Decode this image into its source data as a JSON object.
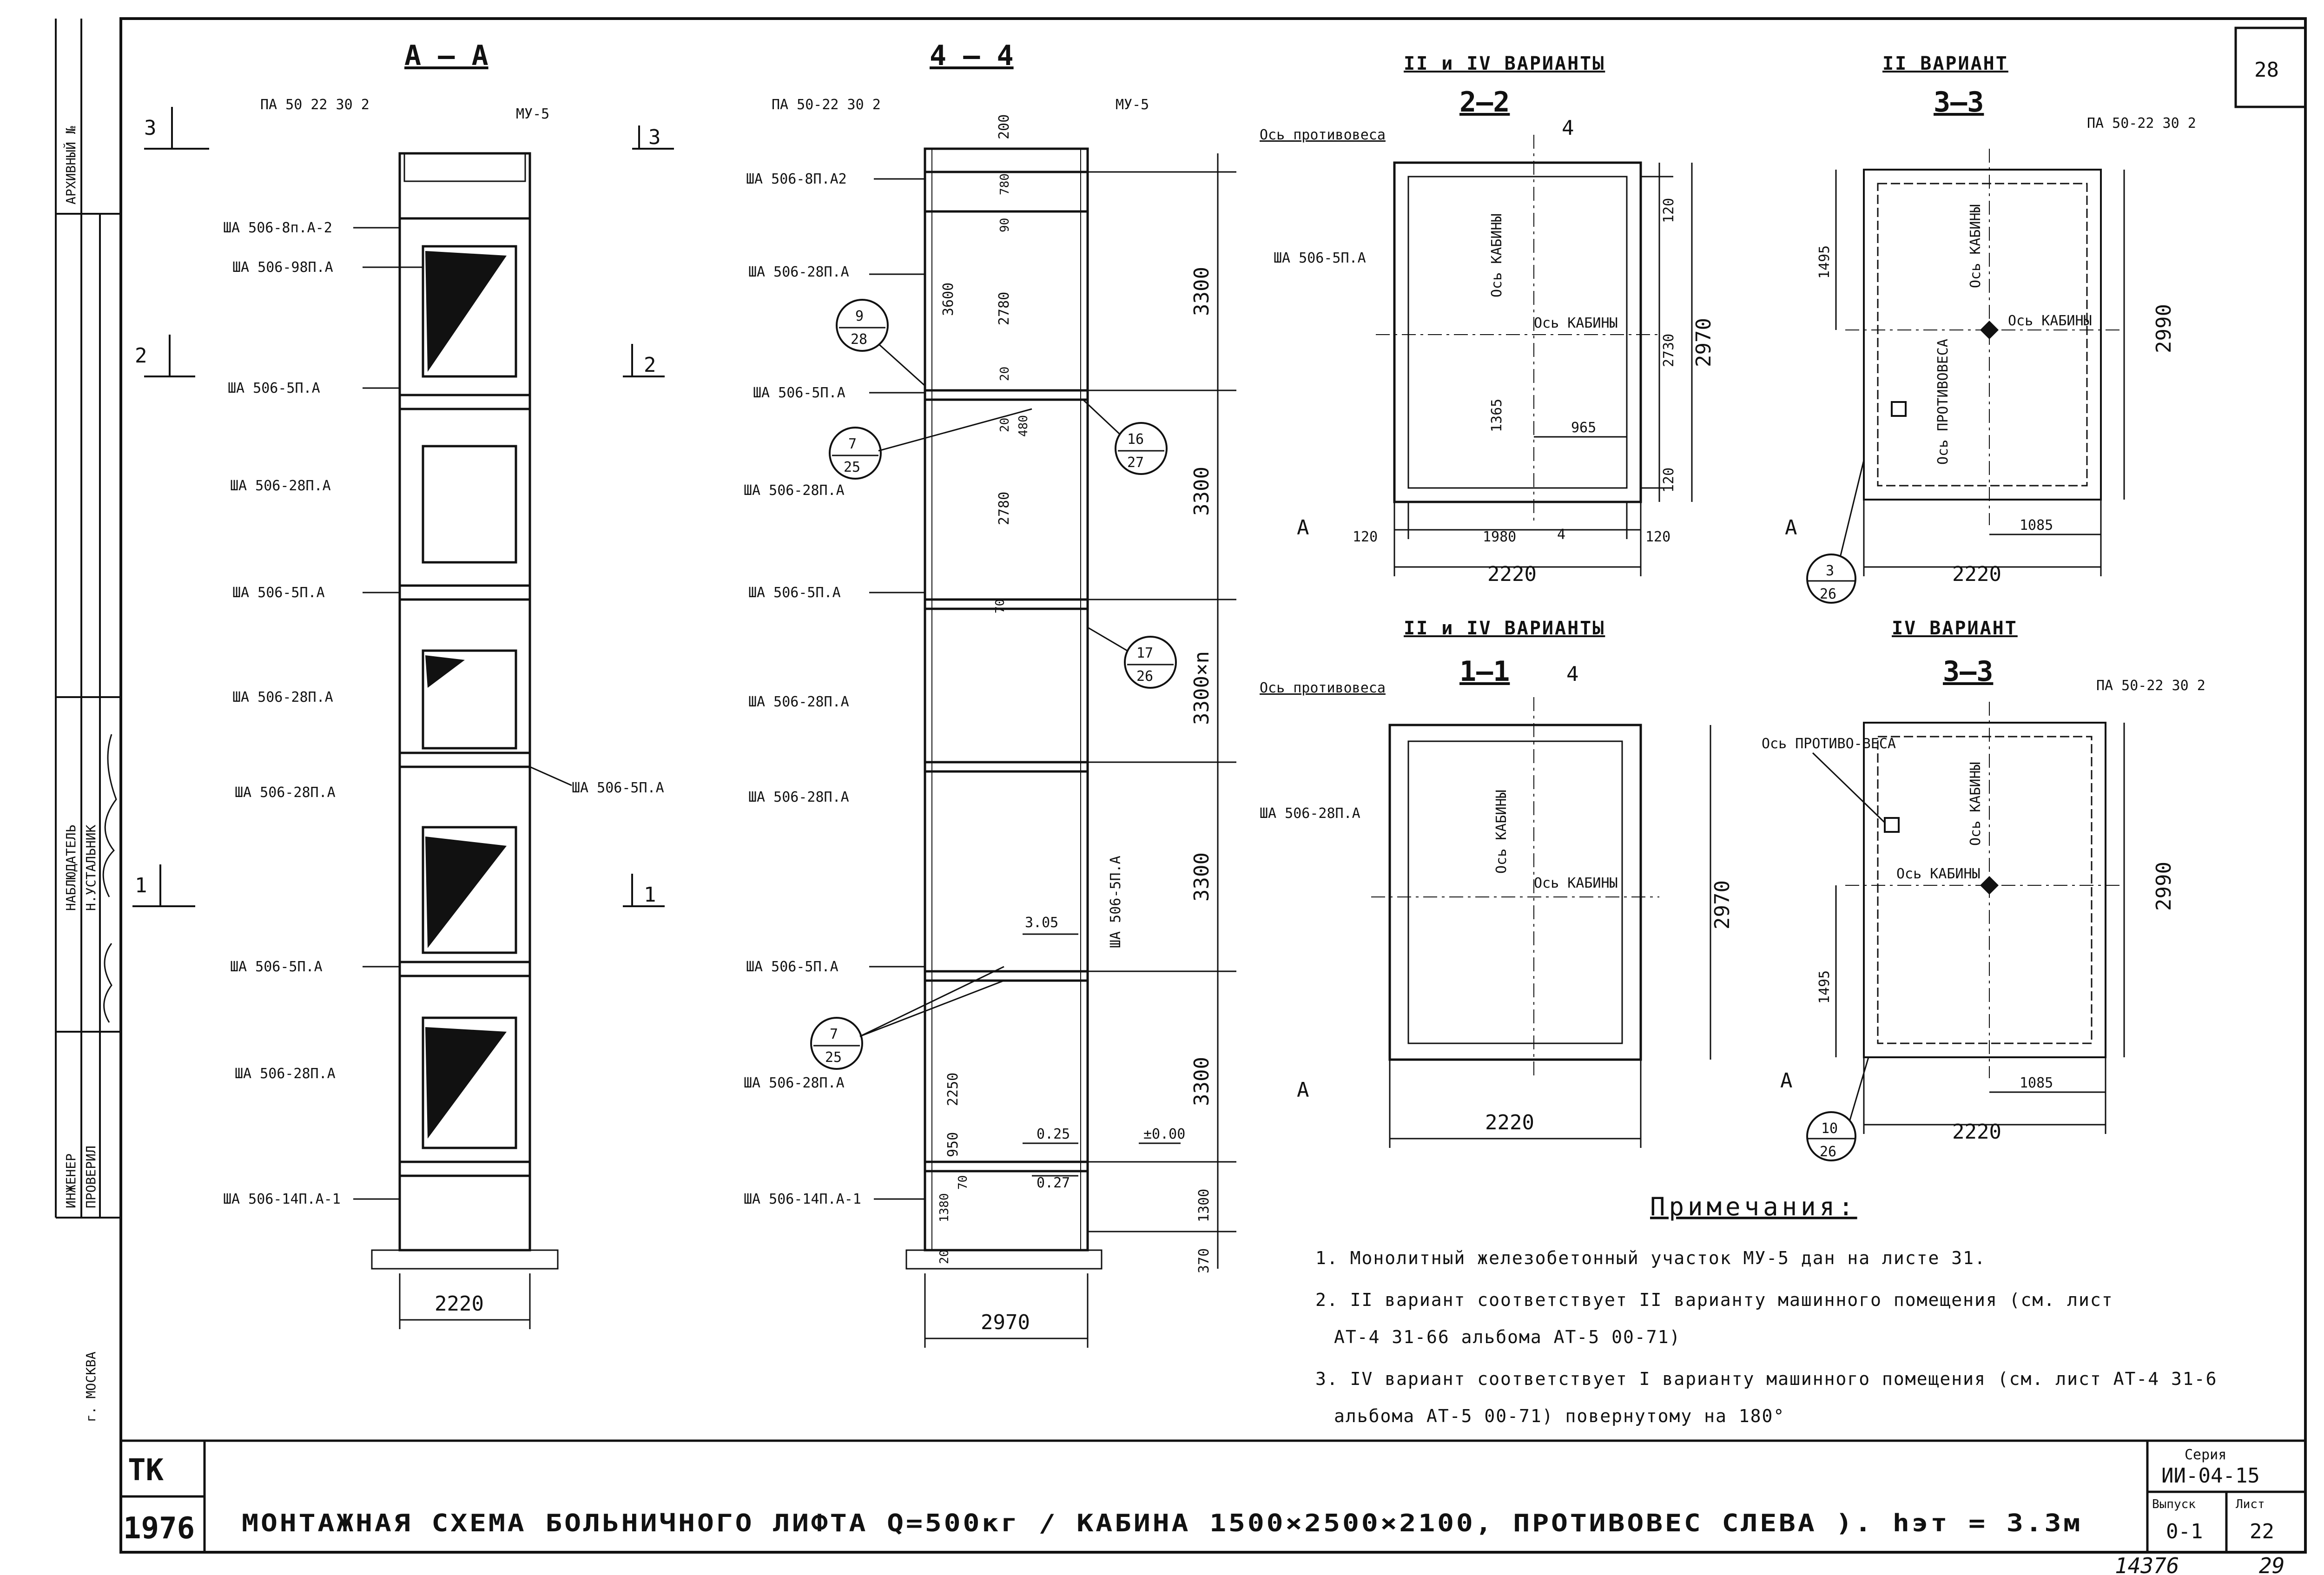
{
  "sheet": {
    "number_top": "28",
    "archive_label": "АРХИВНЫЙ №",
    "city": "г. МОСКВА",
    "signatures": [
      "НАБЛЮДАТЕЛЬ",
      "Н.УСТАЛЬНИК",
      "ИНЖЕНЕР",
      "ПРОВЕРИЛ"
    ],
    "handwritten_bottom": "14376",
    "handwritten_right": "29"
  },
  "view_aa": {
    "title": "А – А",
    "top_panel": "ПА 50 22 30 2",
    "mu": "МУ-5",
    "sec3": "3",
    "sec2": "2",
    "sec1": "1",
    "labels": [
      "ША 506-8п.А-2",
      "ША 506-98П.А",
      "ША 506-5П.А",
      "ША 506-28П.А",
      "ША 506-5П.А",
      "ША 506-28П.А",
      "ША 506-28П.А",
      "ША 506-5П.А",
      "ША 506-28П.А",
      "ША 506-14П.А-1"
    ],
    "right_label": "ША 506-5П.А",
    "width": "2220"
  },
  "view_44": {
    "title": "4 — 4",
    "top_panel": "ПА 50-22 30 2",
    "mu": "МУ-5",
    "labels": [
      "ША 506-8П.А2",
      "ША 506-28П.А",
      "ША 506-5П.А",
      "ША 506-28П.А",
      "ША 506-5П.А",
      "ША 506-28П.А",
      "ША 506-28П.А",
      "ША 506-5П.А",
      "ША 506-28П.А",
      "ША 506-14П.А-1"
    ],
    "vert_label": "ША 506-5П.А",
    "dims_left": [
      "200",
      "3600",
      "2780",
      "2780",
      "2250",
      "950",
      "1380"
    ],
    "dims_small": [
      "780",
      "90",
      "20",
      "20",
      "480",
      "70",
      "70",
      "20"
    ],
    "dims_right": [
      "3300",
      "3300",
      "3300×n",
      "3300",
      "3300",
      "1300",
      "370"
    ],
    "level_305": "3.05",
    "level_025": "0.25",
    "level_000": "±0.00",
    "level_027": "0.27",
    "width": "2970",
    "callouts": [
      {
        "n": "9",
        "s": "28"
      },
      {
        "n": "7",
        "s": "25"
      },
      {
        "n": "16",
        "s": "27"
      },
      {
        "n": "17",
        "s": "26"
      },
      {
        "n": "7",
        "s": "25"
      }
    ]
  },
  "view_22": {
    "header": "II и IV ВАРИАНТЫ",
    "title": "2—2",
    "axis_cw": "Ось противовеса",
    "mark4": "4",
    "label_left": "ША 506-5П.А",
    "cab_axis_v": "Ось КАБИНЫ",
    "cab_axis_h": "Ось КАБИНЫ",
    "dims": {
      "d120a": "120",
      "d2730": "2730",
      "d2970": "2970",
      "d120b": "120",
      "d1365": "1365",
      "d965": "965",
      "d120l": "120",
      "d1980": "1980",
      "d120r": "120",
      "d2220": "2220"
    },
    "arrowA": "А"
  },
  "view_33_ii": {
    "header": "II ВАРИАНТ",
    "title": "3—3",
    "panel": "ПА 50-22 30 2",
    "cab_axis": "Ось КАБИНЫ",
    "cab_axis2": "Ось КАБИНЫ",
    "cw_axis": "Ось ПРОТИВОВЕСА",
    "d1495": "1495",
    "d2990": "2990",
    "d1085": "1085",
    "d2220": "2220",
    "arrowA": "А",
    "callout": {
      "n": "3",
      "s": "26"
    }
  },
  "view_11": {
    "header": "II и IV ВАРИАНТЫ",
    "title": "1—1",
    "axis_cw": "Ось противовеса",
    "mark4": "4",
    "label_left": "ША 506-28П.А",
    "cab_axis_v": "Ось КАБИНЫ",
    "cab_axis_h": "Ось КАБИНЫ",
    "d2970": "2970",
    "d2220": "2220",
    "arrowA": "А"
  },
  "view_33_iv": {
    "header": "IV ВАРИАНТ",
    "title": "3—3",
    "panel": "ПА 50-22 30 2",
    "cw_axis": "Ось ПРОТИВО-ВЕСА",
    "cab_axis": "Ось КАБИНЫ",
    "cab_axis2": "Ось КАБИНЫ",
    "d1495": "1495",
    "d2990": "2990",
    "d1085": "1085",
    "d2220": "2220",
    "arrowA": "А",
    "callout": {
      "n": "10",
      "s": "26"
    }
  },
  "notes": {
    "title": "Примечания:",
    "items": [
      "1. Монолитный железобетонный участок МУ-5 дан на листе 31.",
      "2. II вариант соответствует II варианту машинного помещения (см. лист",
      "АТ-4 31-66 альбома АТ-5 00-71)",
      "3. IV вариант соответствует I варианту машинного помещения (см. лист АТ-4 31-6",
      "альбома АТ-5 00-71) повернутому на 180°"
    ]
  },
  "title_block": {
    "tk": "ТК",
    "year": "1976",
    "main_title": "МОНТАЖНАЯ СХЕМА БОЛЬНИЧНОГО ЛИФТА Q=500кг / КАБИНА 1500×2500×2100, ПРОТИВОВЕС СЛЕВА ). hэт = 3.3м",
    "series_label": "Серия",
    "series_value": "ИИ-04-15",
    "issue_label": "Выпуск",
    "issue_value": "0-1",
    "sheet_label": "Лист",
    "sheet_value": "22"
  }
}
